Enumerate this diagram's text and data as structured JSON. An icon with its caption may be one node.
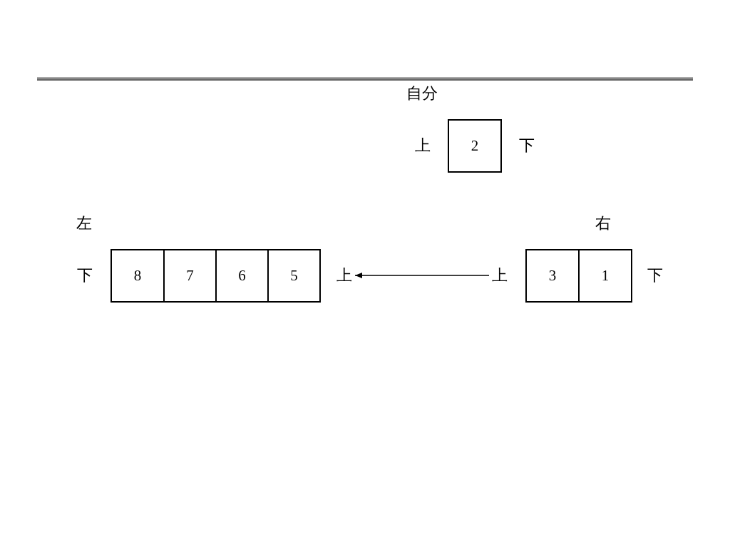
{
  "diagram": {
    "nodes": [
      {
        "text": [
          "2"
        ]
      },
      {
        "text": [
          "8"
        ]
      },
      {
        "text": [
          "7"
        ]
      },
      {
        "text": [
          "6"
        ]
      },
      {
        "text": [
          "5"
        ]
      },
      {
        "text": [
          "上"
        ]
      },
      {
        "text": [
          "上"
        ]
      },
      {
        "text": [
          "3"
        ]
      },
      {
        "text": [
          "1"
        ]
      }
    ],
    "edges": [
      {
        "from": 6,
        "to": 5,
        "arrow": "to"
      }
    ],
    "labels": [
      "自分",
      "上",
      "下",
      "左",
      "右",
      "下",
      "下"
    ]
  }
}
